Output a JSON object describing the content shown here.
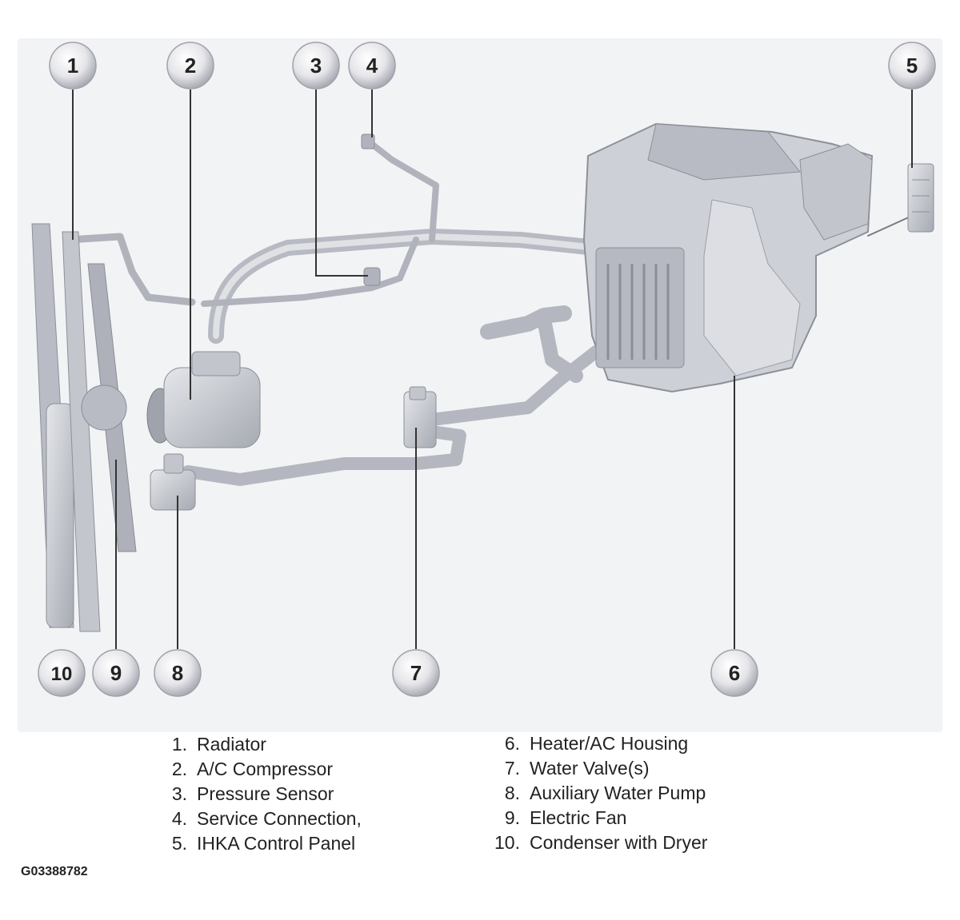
{
  "figure_id": "G03388782",
  "callouts": [
    "1",
    "2",
    "3",
    "4",
    "5",
    "6",
    "7",
    "8",
    "9",
    "10"
  ],
  "legend": {
    "left": [
      {
        "num": "1.",
        "label": "Radiator"
      },
      {
        "num": "2.",
        "label": "A/C Compressor"
      },
      {
        "num": "3.",
        "label": "Pressure Sensor"
      },
      {
        "num": "4.",
        "label": "Service Connection,"
      },
      {
        "num": "5.",
        "label": "IHKA Control Panel"
      }
    ],
    "right": [
      {
        "num": "6.",
        "label": "Heater/AC Housing"
      },
      {
        "num": "7.",
        "label": "Water Valve(s)"
      },
      {
        "num": "8.",
        "label": "Auxiliary Water Pump"
      },
      {
        "num": "9.",
        "label": "Electric Fan"
      },
      {
        "num": "10.",
        "label": "Condenser with Dryer"
      }
    ]
  },
  "colors": {
    "panel_background": "#f2f3f5",
    "component_fill": "#c9ccd3",
    "component_dark": "#9a9ea7",
    "leader_line": "#333333",
    "callout_fill": "#e6e6ea"
  }
}
